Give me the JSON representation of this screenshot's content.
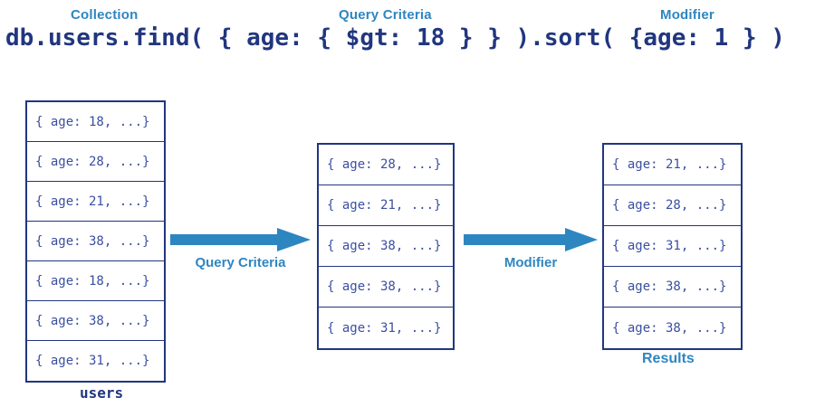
{
  "diagram": {
    "title_code": "db.users.find( { age: { $gt: 18 } } ).sort( {age: 1 } )",
    "annotations": {
      "collection": "Collection",
      "query_criteria": "Query Criteria",
      "modifier": "Modifier"
    },
    "colors": {
      "accent_blue": "#2E86C1",
      "navy": "#21367F",
      "row_text": "#3A4FA0",
      "background": "#FFFFFF"
    }
  },
  "tables": {
    "users": {
      "caption": "users",
      "rows": [
        "{ age: 18, ...}",
        "{ age: 28, ...}",
        "{ age: 21, ...}",
        "{ age: 38, ...}",
        "{ age: 18, ...}",
        "{ age: 38, ...}",
        "{ age: 31, ...}"
      ]
    },
    "matched": {
      "caption": "",
      "rows": [
        "{ age: 28, ...}",
        "{ age: 21, ...}",
        "{ age: 38, ...}",
        "{ age: 38, ...}",
        "{ age: 31, ...}"
      ]
    },
    "results": {
      "caption": "Results",
      "rows": [
        "{ age: 21, ...}",
        "{ age: 28, ...}",
        "{ age: 31, ...}",
        "{ age: 38, ...}",
        "{ age: 38, ...}"
      ]
    }
  },
  "arrows": [
    {
      "label": "Query Criteria"
    },
    {
      "label": "Modifier"
    }
  ]
}
